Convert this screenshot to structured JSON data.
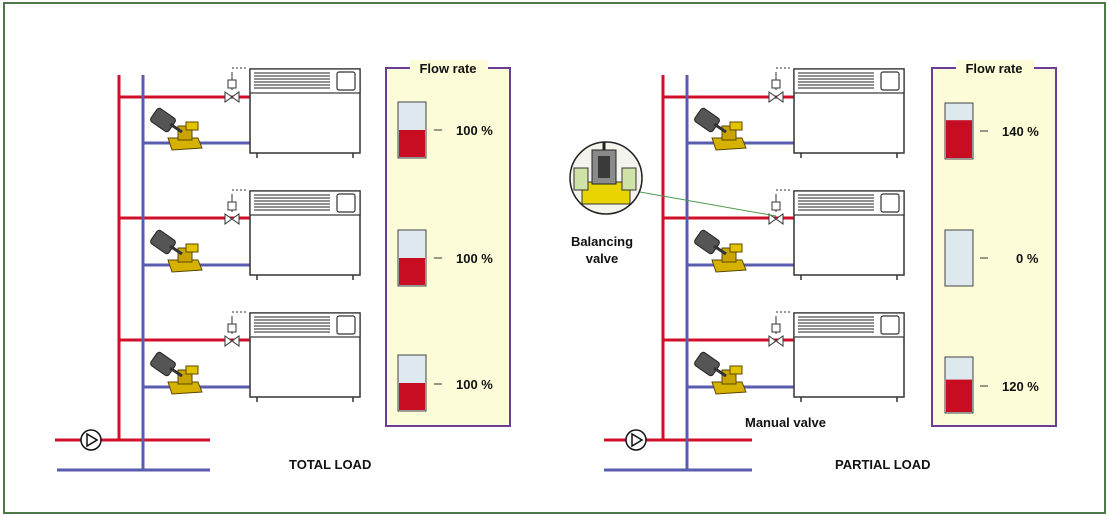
{
  "colors": {
    "frame": "#4e7a4a",
    "supply": "#d0102a",
    "return": "#5a5cb0",
    "panel_border": "#6a3e96",
    "panel_fill": "#fcfcd8",
    "gauge_fill": "#dde8ef",
    "gauge_level": "#c80c22",
    "valve_body": "#d6b200",
    "leader_line": "#4e9a4e"
  },
  "icons": {
    "pump": "pump-icon",
    "radiator": "radiator-icon",
    "thermostatic_valve": "valve-icon",
    "manual_valve": "manual-valve-icon",
    "balancing_valve_detail": "balancing-valve-detail-icon"
  },
  "left_diagram": {
    "caption": "TOTAL LOAD",
    "panel_title": "Flow rate",
    "readings": [
      {
        "label": "100 %",
        "level": 0.5
      },
      {
        "label": "100 %",
        "level": 0.5
      },
      {
        "label": "100 %",
        "level": 0.5
      }
    ]
  },
  "right_diagram": {
    "caption": "PARTIAL LOAD",
    "panel_title": "Flow rate",
    "readings": [
      {
        "label": "140 %",
        "level": 0.7
      },
      {
        "label": "0 %",
        "level": 0.0
      },
      {
        "label": "120 %",
        "level": 0.6
      }
    ],
    "balancing_valve_label_line1": "Balancing",
    "balancing_valve_label_line2": "valve",
    "manual_valve_label": "Manual valve"
  }
}
